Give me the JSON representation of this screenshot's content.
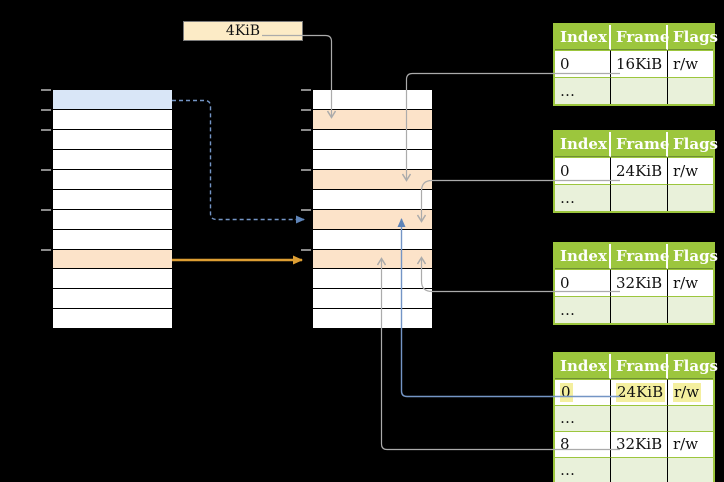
{
  "colors": {
    "background": "#000000",
    "table_green": "#9cc63d",
    "table_alt_green": "#e9f1da",
    "frame_orange": "#fce3c9",
    "page_blue": "#d9e6f7",
    "label_cream": "#fcebc6",
    "highlight_yellow": "#f4ef9f",
    "arrow_gray": "#ababab",
    "arrow_blue": "#7495c5",
    "arrow_orange": "#dd9e33",
    "tick_gray": "#8a8a8a"
  },
  "size_label": {
    "text": "4KiB"
  },
  "left_column": {
    "cells": [
      "blue",
      "white",
      "white",
      "white",
      "white",
      "white",
      "white",
      "white",
      "orange",
      "white",
      "white",
      "white"
    ],
    "tick_rows": [
      0,
      1,
      2,
      4,
      6,
      8
    ]
  },
  "middle_column": {
    "cells": [
      "white",
      "orange",
      "white",
      "white",
      "orange",
      "white",
      "orange",
      "white",
      "orange",
      "white",
      "white",
      "white"
    ],
    "tick_rows": [
      0,
      1,
      2,
      4,
      6,
      8
    ]
  },
  "tables": [
    {
      "headers": [
        "Index",
        "Frame",
        "Flags"
      ],
      "rows": [
        {
          "cells": [
            "0",
            "16KiB",
            "r/w"
          ],
          "highlighted": false
        },
        {
          "cells": [
            "…",
            "",
            ""
          ],
          "highlighted": false
        }
      ]
    },
    {
      "headers": [
        "Index",
        "Frame",
        "Flags"
      ],
      "rows": [
        {
          "cells": [
            "0",
            "24KiB",
            "r/w"
          ],
          "highlighted": false
        },
        {
          "cells": [
            "…",
            "",
            ""
          ],
          "highlighted": false
        }
      ]
    },
    {
      "headers": [
        "Index",
        "Frame",
        "Flags"
      ],
      "rows": [
        {
          "cells": [
            "0",
            "32KiB",
            "r/w"
          ],
          "highlighted": false
        },
        {
          "cells": [
            "…",
            "",
            ""
          ],
          "highlighted": false
        }
      ]
    },
    {
      "headers": [
        "Index",
        "Frame",
        "Flags"
      ],
      "rows": [
        {
          "cells": [
            "0",
            "24KiB",
            "r/w"
          ],
          "highlighted": true
        },
        {
          "cells": [
            "…",
            "",
            ""
          ],
          "highlighted": false
        },
        {
          "cells": [
            "8",
            "32KiB",
            "r/w"
          ],
          "highlighted": false
        },
        {
          "cells": [
            "…",
            "",
            ""
          ],
          "highlighted": false
        }
      ]
    }
  ],
  "arrows": [
    {
      "from": "4KiB size label",
      "to": "middle column row 2 (orange frame)",
      "color": "gray",
      "style": "solid"
    },
    {
      "from": "table 1 frame 16KiB",
      "to": "middle column row 5 (orange frame)",
      "color": "gray",
      "style": "solid"
    },
    {
      "from": "table 2 frame 24KiB",
      "to": "middle column row 7 (orange frame)",
      "color": "gray",
      "style": "solid"
    },
    {
      "from": "table 3 frame 32KiB",
      "to": "middle column row 9 (orange frame)",
      "color": "gray",
      "style": "solid"
    },
    {
      "from": "table 4 highlighted frame 24KiB",
      "to": "middle column row 7 (orange frame)",
      "color": "blue",
      "style": "solid"
    },
    {
      "from": "table 4 frame 32KiB",
      "to": "middle column row 9 (orange frame)",
      "color": "gray",
      "style": "solid"
    },
    {
      "from": "left column row 1 (blue cell)",
      "to": "middle column row 7 (orange frame)",
      "color": "blue",
      "style": "dashed"
    },
    {
      "from": "left column row 9 (orange cell)",
      "to": "middle column row 9 (orange frame)",
      "color": "orange",
      "style": "solid"
    }
  ]
}
